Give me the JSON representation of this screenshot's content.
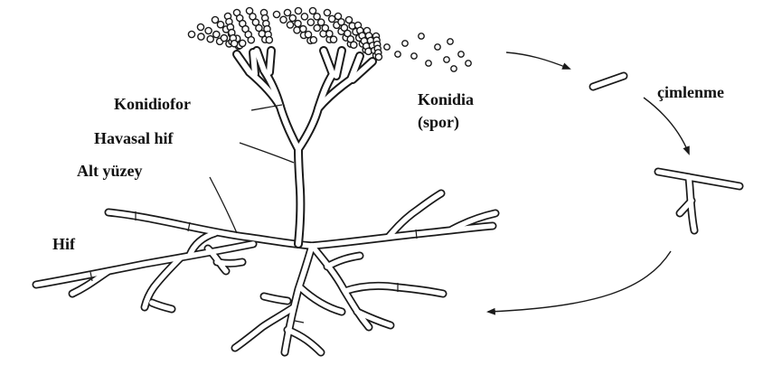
{
  "labels": {
    "conidiophore": "Konidiofor",
    "aerial_hypha": "Havasal hif",
    "lower_surface": "Alt yüzey",
    "hypha": "Hif",
    "conidia_line1": "Konidia",
    "conidia_line2": "(spor)",
    "germination": "çimlenme"
  }
}
